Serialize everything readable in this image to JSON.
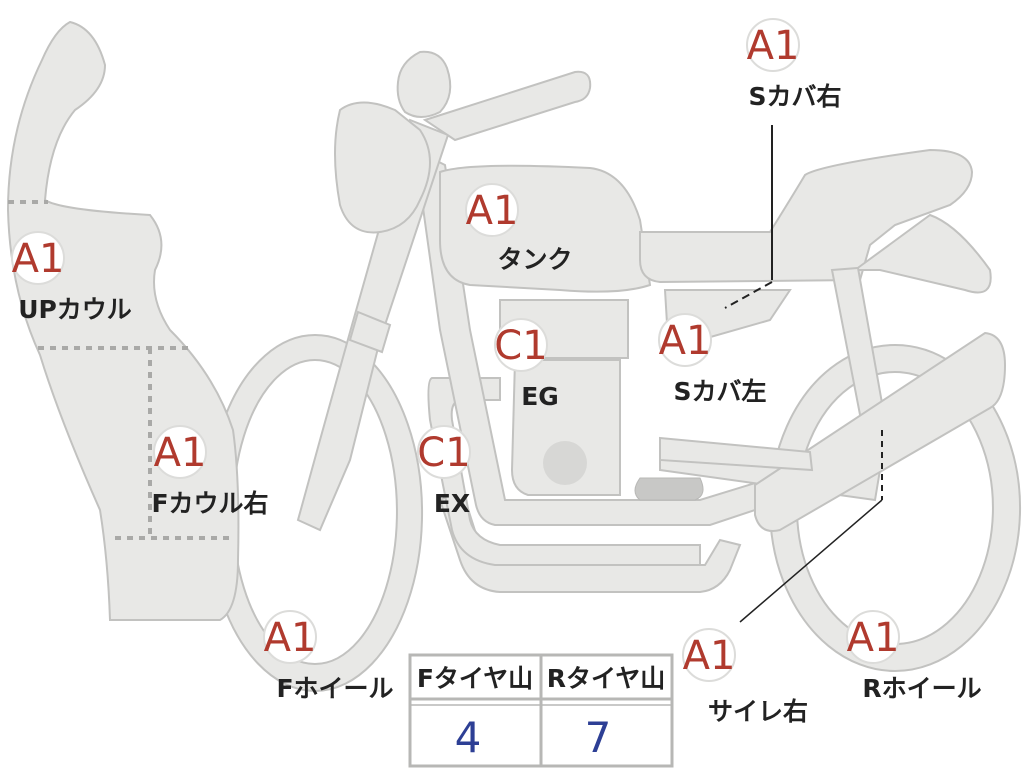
{
  "colors": {
    "part_fill": "#e8e8e6",
    "part_stroke": "#c2c2c0",
    "grade_text": "#b03a2e",
    "label_text": "#222222",
    "tire_value_text": "#2d3f95"
  },
  "parts": [
    {
      "id": "up_cowl",
      "grade": "A1",
      "label": "UPカウル"
    },
    {
      "id": "tank",
      "grade": "A1",
      "label": "タンク"
    },
    {
      "id": "s_cover_right",
      "grade": "A1",
      "label": "Sカバ右"
    },
    {
      "id": "s_cover_left",
      "grade": "A1",
      "label": "Sカバ左"
    },
    {
      "id": "engine",
      "grade": "C1",
      "label": "EG"
    },
    {
      "id": "exhaust",
      "grade": "C1",
      "label": "EX"
    },
    {
      "id": "f_cowl_right",
      "grade": "A1",
      "label": "Fカウル右"
    },
    {
      "id": "f_wheel",
      "grade": "A1",
      "label": "Fホイール"
    },
    {
      "id": "silencer_right",
      "grade": "A1",
      "label": "サイレ右"
    },
    {
      "id": "r_wheel",
      "grade": "A1",
      "label": "Rホイール"
    }
  ],
  "tire_table": {
    "headers": [
      "Fタイヤ山",
      "Rタイヤ山"
    ],
    "values": [
      "4",
      "7"
    ]
  }
}
